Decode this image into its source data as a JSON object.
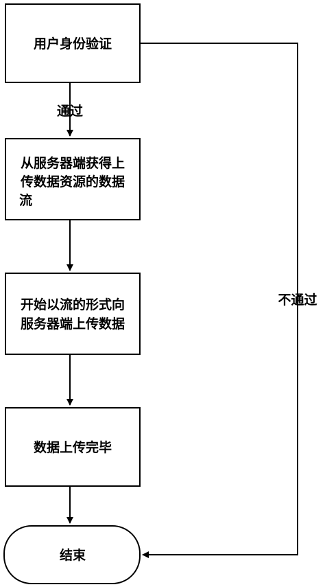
{
  "diagram": {
    "nodes": {
      "auth": "用户身份验证",
      "get_stream_line1": "从服务器端获得上",
      "get_stream_line2": "传数据资源的数据",
      "get_stream_line3": "流",
      "upload_line1": "开始以流的形式向",
      "upload_line2": "服务器端上传数据",
      "complete": "数据上传完毕",
      "end": "结束"
    },
    "edges": {
      "pass": "通过",
      "fail": "不通过"
    }
  }
}
